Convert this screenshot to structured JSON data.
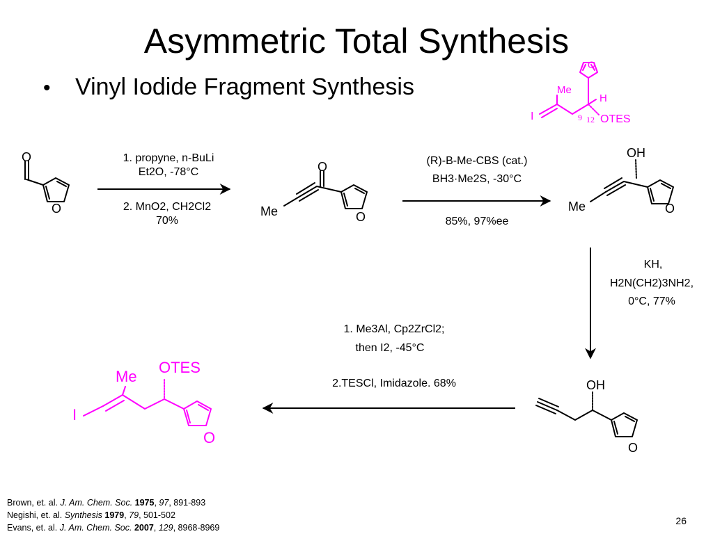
{
  "slide": {
    "title": "Asymmetric Total Synthesis",
    "bullet": "Vinyl Iodide Fragment Synthesis",
    "page_number": "26"
  },
  "target_structure": {
    "labels": {
      "me": "Me",
      "h": "H",
      "iodine": "I",
      "oxygen": "O",
      "otes": "OTES",
      "c9": "9",
      "c12": "12"
    },
    "color": "#ff00ff"
  },
  "molecules": {
    "aldehyde": {
      "carbonyl_o": "O",
      "ring_o": "O"
    },
    "ynone": {
      "carbonyl_o": "O",
      "me": "Me",
      "ring_o": "O"
    },
    "propargyl_alcohol": {
      "oh": "OH",
      "me": "Me",
      "ring_o": "O"
    },
    "terminal_alkyne": {
      "oh": "OH",
      "ring_o": "O"
    },
    "vinyl_iodide": {
      "otes": "OTES",
      "me": "Me",
      "iodine": "I",
      "ring_o": "O",
      "color": "#ff00ff"
    }
  },
  "steps": {
    "step1": {
      "line1": "1. propyne, n-BuLi",
      "line2": "Et2O, -78°C",
      "line3": "2. MnO2, CH2Cl2",
      "line4": "70%"
    },
    "step2": {
      "line1": "(R)-B-Me-CBS (cat.)",
      "line2": "BH3·Me2S, -30°C",
      "line3": "85%, 97%ee"
    },
    "step3": {
      "line1": "KH,",
      "line2": "H2N(CH2)3NH2,",
      "line3": "0°C, 77%"
    },
    "step4": {
      "line1": "1. Me3Al, Cp2ZrCl2;",
      "line2": "then I2, -45°C",
      "line3": "2.TESCl, Imidazole. 68%"
    }
  },
  "references": [
    {
      "authors": "Brown, et. al.",
      "journal": "J. Am. Chem. Soc.",
      "year": "1975",
      "volume": "97",
      "pages": "891-893"
    },
    {
      "authors": "Negishi, et. al.",
      "journal": "Synthesis",
      "year": "1979",
      "volume": "79",
      "pages": "501-502"
    },
    {
      "authors": "Evans, et. al.",
      "journal": "J. Am. Chem. Soc.",
      "year": "2007",
      "volume": "129",
      "pages": "8968-8969"
    }
  ]
}
